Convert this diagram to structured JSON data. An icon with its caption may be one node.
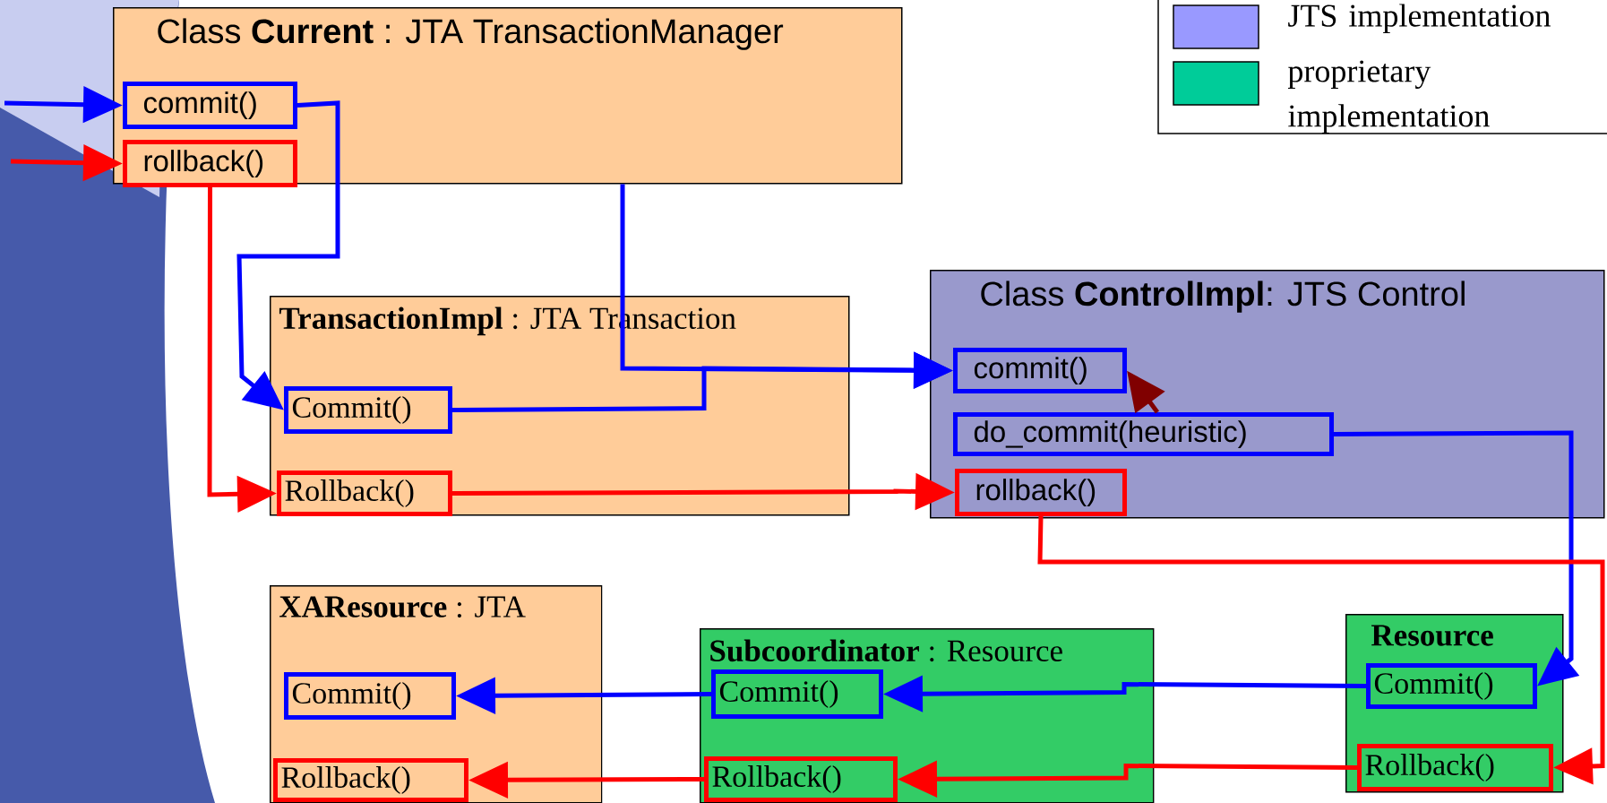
{
  "diagram": {
    "nodes": [
      {
        "text": [
          "Class **Current** : JTA TransactionManager"
        ]
      },
      {
        "text": [
          "commit()"
        ],
        "in": 0
      },
      {
        "text": [
          "rollback()"
        ],
        "in": 0
      },
      {
        "text": [
          "**TransactionImpl** : JTA Transaction"
        ]
      },
      {
        "text": [
          "Commit()"
        ],
        "in": 3
      },
      {
        "text": [
          "Rollback()"
        ],
        "in": 3
      },
      {
        "text": [
          "Class **ControlImpl**: JTS Control"
        ]
      },
      {
        "text": [
          "commit()"
        ],
        "in": 6
      },
      {
        "text": [
          "do_commit(heuristic)"
        ],
        "in": 6
      },
      {
        "text": [
          "rollback()"
        ],
        "in": 6
      },
      {
        "text": [
          "**XAResource** : JTA"
        ]
      },
      {
        "text": [
          "Commit()"
        ],
        "in": 10
      },
      {
        "text": [
          "Rollback()"
        ],
        "in": 10
      },
      {
        "text": [
          "**Subcoordinator** : Resource"
        ]
      },
      {
        "text": [
          "Commit()"
        ],
        "in": 13
      },
      {
        "text": [
          "Rollback()"
        ],
        "in": 13
      },
      {
        "text": [
          "**Resource**"
        ]
      },
      {
        "text": [
          "Commit()"
        ],
        "in": 16
      },
      {
        "text": [
          "Rollback()"
        ],
        "in": 16
      }
    ],
    "edges": [
      {
        "from": null,
        "to": 1,
        "arrow": "to"
      },
      {
        "from": null,
        "to": 2,
        "arrow": "to",
        "color": "#ff0000"
      },
      {
        "from": 1,
        "to": 4,
        "arrow": "to"
      },
      {
        "from": 2,
        "to": 5,
        "arrow": "to",
        "color": "#ff0000"
      },
      {
        "from": 0,
        "to": 7,
        "arrow": "to"
      },
      {
        "from": 4,
        "to": 7,
        "arrow": "to"
      },
      {
        "from": 5,
        "to": 9,
        "arrow": "to",
        "color": "#ff0000"
      },
      {
        "from": 8,
        "to": 7,
        "arrow": "to",
        "color": "#800000"
      },
      {
        "from": 8,
        "to": 17,
        "arrow": "to"
      },
      {
        "from": 9,
        "to": 18,
        "arrow": "to",
        "color": "#ff0000"
      },
      {
        "from": 17,
        "to": 14,
        "arrow": "to"
      },
      {
        "from": 14,
        "to": 11,
        "arrow": "to"
      },
      {
        "from": 18,
        "to": 15,
        "arrow": "to",
        "color": "#ff0000"
      },
      {
        "from": 15,
        "to": 12,
        "arrow": "to",
        "color": "#ff0000"
      }
    ],
    "legend": [
      {
        "text": "JTS implementation",
        "color": "#9999ff"
      },
      {
        "text": "proprietary implementation",
        "color": "#00cc99"
      }
    ]
  }
}
